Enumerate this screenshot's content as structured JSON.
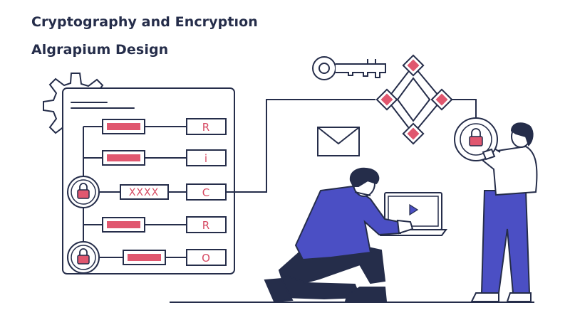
{
  "title": {
    "line1": "Cryptography and Encryptıon",
    "line2": "Algrapium Design"
  },
  "panel_rows": [
    {
      "value": "R",
      "locked": false
    },
    {
      "value": "i",
      "locked": false
    },
    {
      "value": "C",
      "locked": true,
      "masked": "XXXX"
    },
    {
      "value": "R",
      "locked": false
    },
    {
      "value": "O",
      "locked": true
    }
  ],
  "colors": {
    "outline": "#252d4a",
    "accent": "#e0576f",
    "person_fill": "#4b4fc4",
    "pants_dark": "#252d4a"
  },
  "icons": [
    "gear-icon",
    "key-icon",
    "envelope-icon",
    "padlock-icon",
    "play-icon",
    "diamond-network-icon"
  ]
}
